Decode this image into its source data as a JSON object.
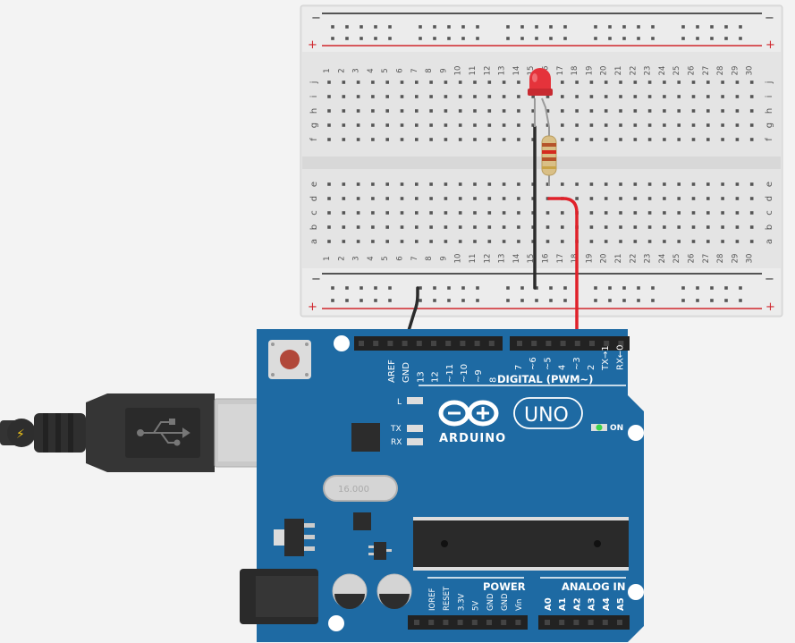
{
  "breadboard": {
    "rail_minus": "−",
    "rail_plus": "+",
    "columns": [
      "1",
      "2",
      "3",
      "4",
      "5",
      "6",
      "7",
      "8",
      "9",
      "10",
      "11",
      "12",
      "13",
      "14",
      "15",
      "16",
      "17",
      "18",
      "19",
      "20",
      "21",
      "22",
      "23",
      "24",
      "25",
      "26",
      "27",
      "28",
      "29",
      "30"
    ],
    "rows_top": [
      "j",
      "i",
      "h",
      "g",
      "f"
    ],
    "rows_bottom": [
      "e",
      "d",
      "c",
      "b",
      "a"
    ]
  },
  "arduino": {
    "header_top_left_labels": [
      "AREF",
      "GND",
      "13",
      "12",
      "~11",
      "~10",
      "~9",
      "8"
    ],
    "header_top_right_labels": [
      "7",
      "~6",
      "~5",
      "4",
      "~3",
      "2",
      "TX→1",
      "RX←0"
    ],
    "digital_label": "DIGITAL (PWM~)",
    "led_l": "L",
    "led_tx": "TX",
    "led_rx": "RX",
    "brand": "ARDUINO",
    "model": "UNO",
    "on_label": "ON",
    "crystal": "16.000",
    "power_label": "POWER",
    "power_pins": [
      "IOREF",
      "RESET",
      "3.3V",
      "5V",
      "GND",
      "GND",
      "Vin"
    ],
    "analog_label": "ANALOG IN",
    "analog_pins": [
      "A0",
      "A1",
      "A2",
      "A3",
      "A4",
      "A5"
    ]
  },
  "colors": {
    "board_blue": "#1e6aa3",
    "wire_red": "#e0212a",
    "wire_black": "#2b2b2b",
    "led_red": "#e5333b",
    "breadboard": "#e6e6e6"
  }
}
